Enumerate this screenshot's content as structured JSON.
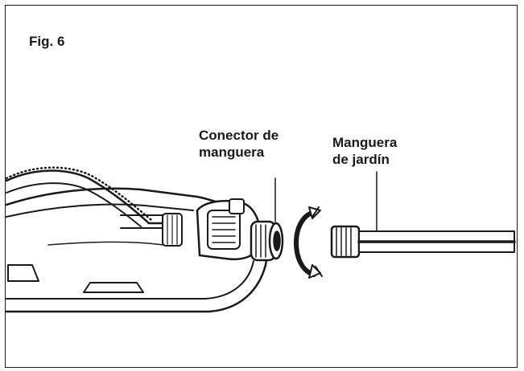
{
  "figure": {
    "title": "Fig. 6"
  },
  "labels": {
    "connector_line1": "Conector de",
    "connector_line2": "manguera",
    "hose_line1": "Manguera",
    "hose_line2": "de jardín"
  },
  "colors": {
    "ink": "#1a1a1a",
    "background": "#ffffff"
  }
}
